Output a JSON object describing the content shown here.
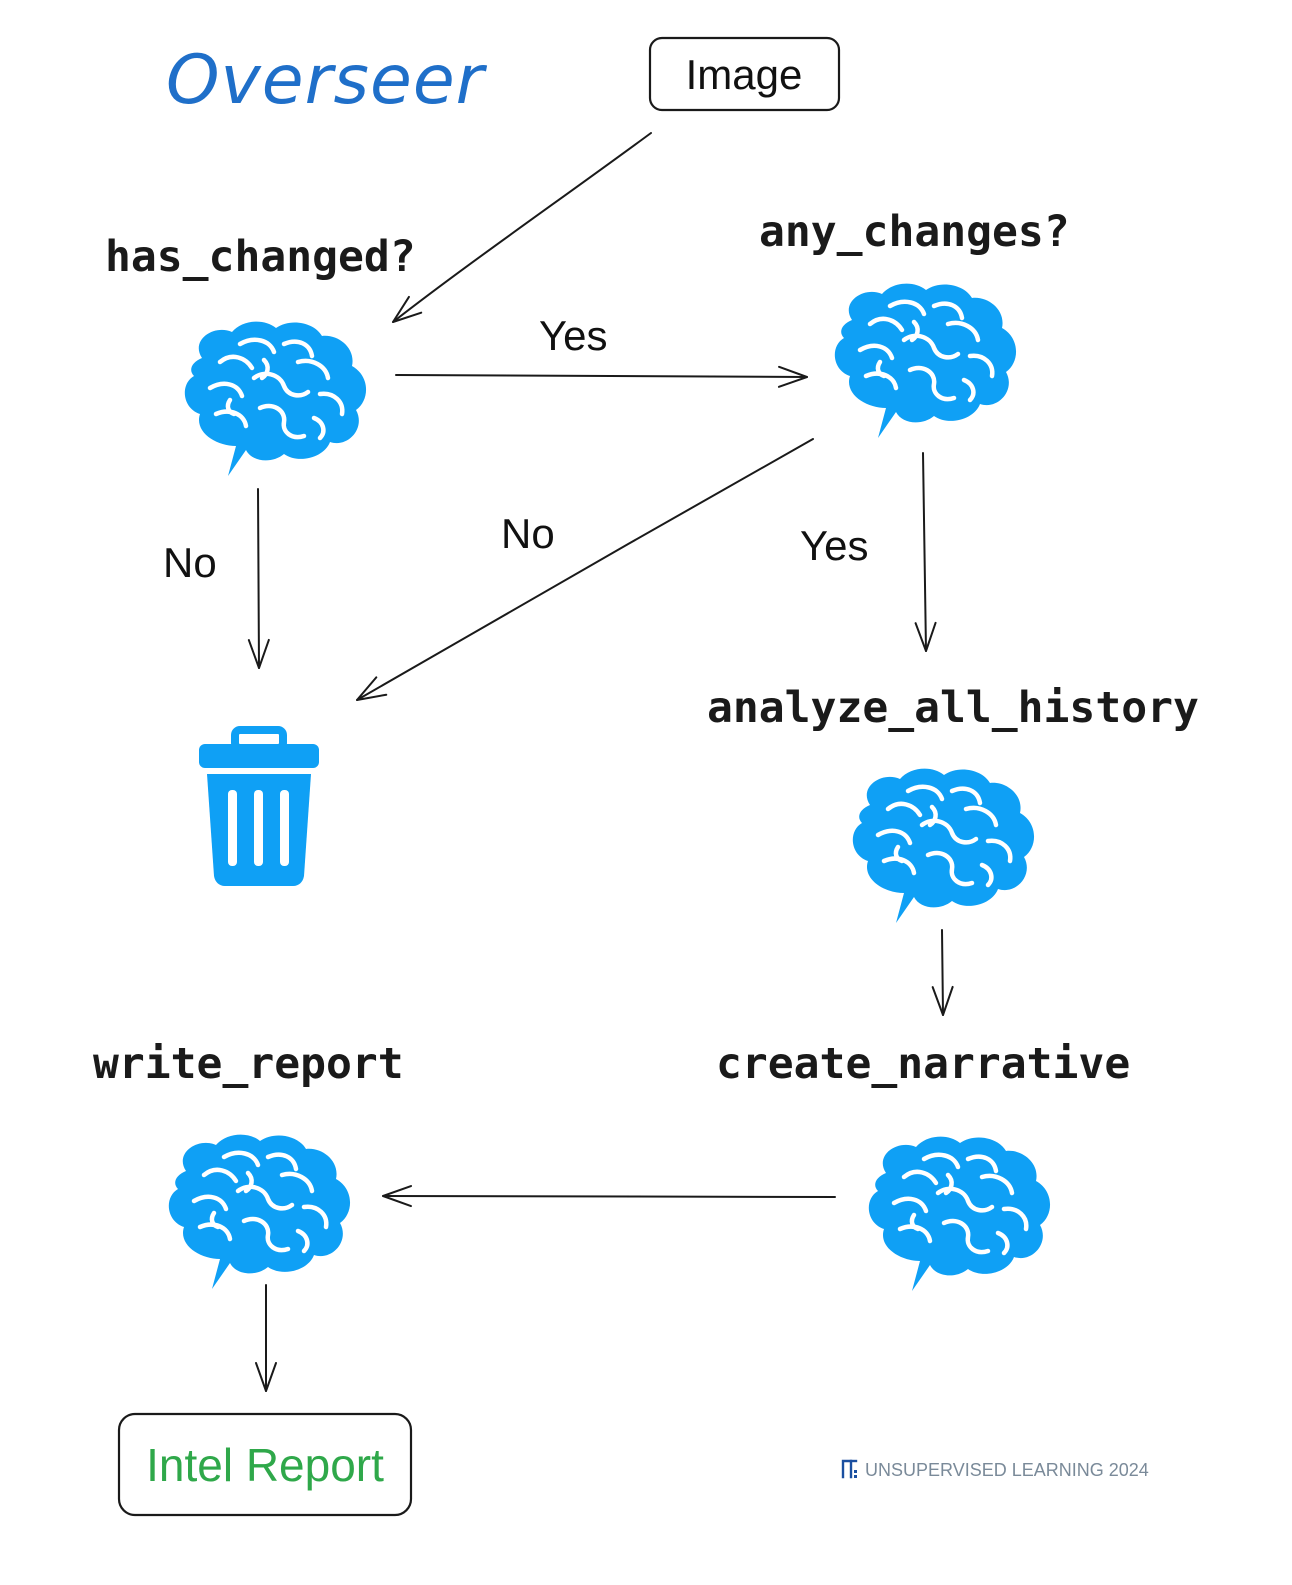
{
  "title": "Overseer",
  "input_box": {
    "label": "Image"
  },
  "nodes": {
    "has_changed": {
      "label": "has_changed?"
    },
    "any_changes": {
      "label": "any_changes?"
    },
    "analyze_all_history": {
      "label": "analyze_all_history"
    },
    "create_narrative": {
      "label": "create_narrative"
    },
    "write_report": {
      "label": "write_report"
    }
  },
  "edges": {
    "has_changed_yes": "Yes",
    "has_changed_no": "No",
    "any_changes_no": "No",
    "any_changes_yes": "Yes"
  },
  "output_box": {
    "label": "Intel Report"
  },
  "footer": {
    "text": "UNSUPERVISED LEARNING 2024"
  },
  "colors": {
    "brain": "#0fa0f5",
    "trash": "#0fa0f5",
    "title": "#1f6fc9",
    "output_text": "#2fa84a",
    "footer_text": "#7a8a99",
    "footer_logo": "#1a4fa0",
    "line": "#1a1a1a"
  },
  "icons": {
    "brain": "brain-icon",
    "trash": "trash-can-icon",
    "logo": "unsupervised-learning-logo-icon"
  }
}
